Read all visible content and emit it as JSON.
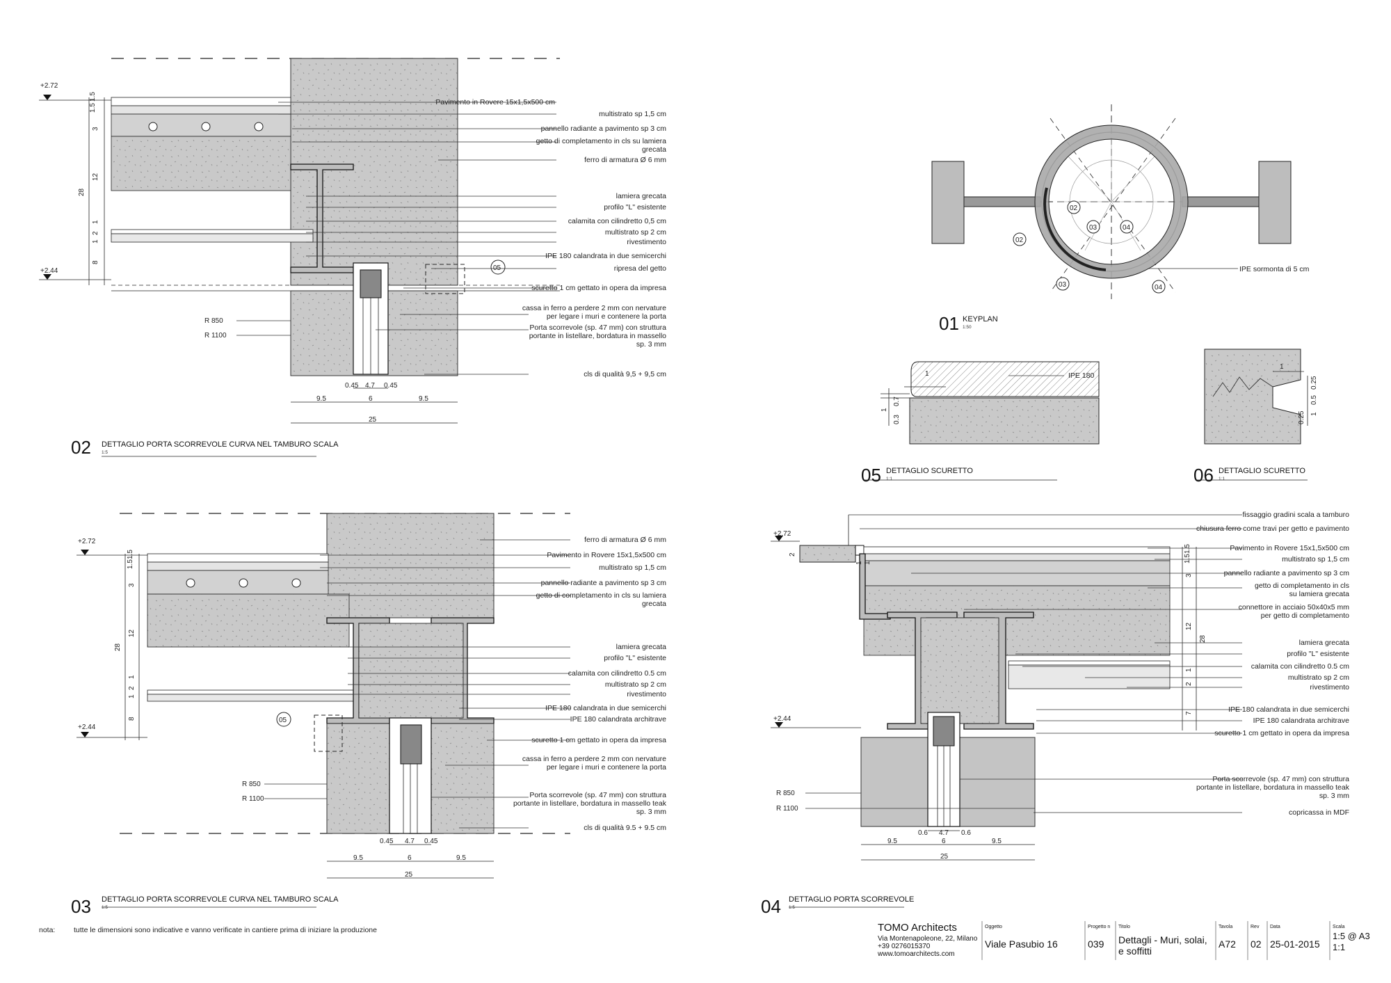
{
  "details": {
    "d02": {
      "number": "02",
      "title": "DETTAGLIO PORTA SCORREVOLE CURVA NEL TAMBURO SCALA",
      "scale": "1:5",
      "levels": [
        "+2.72",
        "+2.44"
      ],
      "vdims": [
        "1.5",
        "1.5",
        "3",
        "12",
        "28",
        "1",
        "2",
        "1",
        "8"
      ],
      "hdims": [
        "0.45",
        "4.7",
        "0.45",
        "9.5",
        "6",
        "9.5",
        "25"
      ],
      "radii": [
        "R 850",
        "R 1100"
      ],
      "callout": "05",
      "notes": [
        "Pavimento in Rovere 15x1,5x500 cm",
        "multistrato sp 1,5 cm",
        "pannello radiante a pavimento sp 3 cm",
        "getto di completamento in cls su lamiera",
        "grecata",
        "ferro di armatura  Ø 6 mm",
        "lamiera grecata",
        "profilo \"L\" esistente",
        "calamita con cilindretto  0,5 cm",
        "multistrato sp 2 cm",
        "rivestimento",
        "IPE 180 calandrata in due semicerchi",
        "ripresa del getto",
        "scuretto 1 cm gettato in opera da impresa",
        "cassa in ferro a perdere 2 mm con nervature",
        "per legare i muri e contenere la porta",
        "Porta scorrevole (sp. 47 mm) con struttura",
        "portante in listellare, bordatura in massello",
        "sp. 3 mm",
        "cls di qualità 9,5 + 9,5 cm"
      ]
    },
    "d03": {
      "number": "03",
      "title": "DETTAGLIO PORTA SCORREVOLE CURVA NEL TAMBURO SCALA",
      "scale": "1:5",
      "levels": [
        "+2.72",
        "+2.44"
      ],
      "vdims": [
        "1.5",
        "1.5",
        "3",
        "12",
        "28",
        "1",
        "2",
        "1",
        "8"
      ],
      "hdims": [
        "0.45",
        "4.7",
        "0.45",
        "9.5",
        "6",
        "9.5",
        "25"
      ],
      "radii": [
        "R 850",
        "R 1100"
      ],
      "callout": "05",
      "notes": [
        "ferro di armatura Ø 6 mm",
        "Pavimento in Rovere 15x1,5x500 cm",
        "multistrato sp 1,5 cm",
        "pannello radiante a pavimento sp 3 cm",
        "getto di completamento in cls su lamiera",
        "grecata",
        "lamiera grecata",
        "profilo \"L\" esistente",
        "calamita con cilindretto  0.5 cm",
        "multistrato sp 2 cm",
        "rivestimento",
        "IPE 180 calandrata in due semicerchi",
        "IPE 180 calandrata architrave",
        "scuretto 1 cm gettato in opera da impresa",
        "cassa in ferro a perdere 2 mm con nervature",
        "per legare i muri e contenere la porta",
        "Porta scorrevole (sp. 47 mm) con struttura",
        "portante in listellare, bordatura in massello teak",
        "sp. 3 mm",
        "cls di qualità 9.5 + 9.5  cm"
      ]
    },
    "d04": {
      "number": "04",
      "title": "DETTAGLIO PORTA SCORREVOLE",
      "scale": "1:5",
      "levels": [
        "+2.72",
        "+2.44"
      ],
      "vdims": [
        "2",
        "1.5",
        "1.5",
        "3",
        "12",
        "28",
        "1",
        "2",
        "7",
        "1",
        "1"
      ],
      "hdims": [
        "0.6",
        "4.7",
        "0.6",
        "9.5",
        "6",
        "9.5",
        "25"
      ],
      "radii": [
        "R 850",
        "R 1100"
      ],
      "notes": [
        "fissaggio gradini scala a tamburo",
        "chiusura ferro come travi per getto e pavimento",
        "Pavimento in Rovere 15x1,5x500 cm",
        "multistrato sp 1,5 cm",
        "pannello radiante a pavimento sp 3 cm",
        "getto di completamento in cls",
        "su lamiera grecata",
        "connettore in acciaio 50x40x5 mm",
        "per getto di completamento",
        "lamiera grecata",
        "profilo \"L\" esistente",
        "calamita con cilindretto  0.5 cm",
        "multistrato sp 2 cm",
        "rivestimento",
        "IPE 180 calandrata in due semicerchi",
        "IPE 180 calandrata architrave",
        "scuretto 1 cm gettato in opera da impresa",
        "Porta scorrevole (sp. 47 mm) con struttura",
        "portante in listellare, bordatura in massello teak",
        "sp. 3 mm",
        "copricassa in MDF"
      ]
    },
    "d01": {
      "number": "01",
      "title": "KEYPLAN",
      "scale": "1:50",
      "note": "IPE sormonta di 5 cm",
      "markers": [
        "02",
        "03",
        "04",
        "02",
        "03",
        "04"
      ]
    },
    "d05": {
      "number": "05",
      "title": "DETTAGLIO SCURETTO",
      "scale": "1:1",
      "note": "IPE 180",
      "dims": [
        "1",
        "0.7",
        "1",
        "0.3"
      ]
    },
    "d06": {
      "number": "06",
      "title": "DETTAGLIO SCURETTO",
      "scale": "1:1",
      "dims": [
        "1",
        "0.25",
        "0.5",
        "0.25",
        "1"
      ]
    }
  },
  "footer_note": {
    "label": "nota:",
    "text": "tutte le dimensioni sono indicative e vanno verificate in cantiere prima di iniziare la produzione"
  },
  "title_block": {
    "firm": "TOMO Architects",
    "address": "Via Montenapoleone, 22, Milano",
    "phone": "+39 0276015370",
    "web": "www.tomoarchitects.com",
    "oggetto_label": "Oggetto",
    "oggetto": "Viale Pasubio 16",
    "progetto_label": "Progetto n",
    "progetto": "039",
    "titolo_label": "Titolo",
    "titolo_1": "Dettagli - Muri, solai,",
    "titolo_2": "e soffitti",
    "tavola_label": "Tavola",
    "tavola": "A72",
    "rev_label": "Rev",
    "rev": "02",
    "data_label": "Data",
    "data": "25-01-2015",
    "scala_label": "Scala",
    "scala_1": "1:5 @ A3",
    "scala_2": "1:1"
  },
  "colors": {
    "concrete": "#c9c9c9",
    "steel": "#bdbdbd",
    "line": "#222222"
  }
}
